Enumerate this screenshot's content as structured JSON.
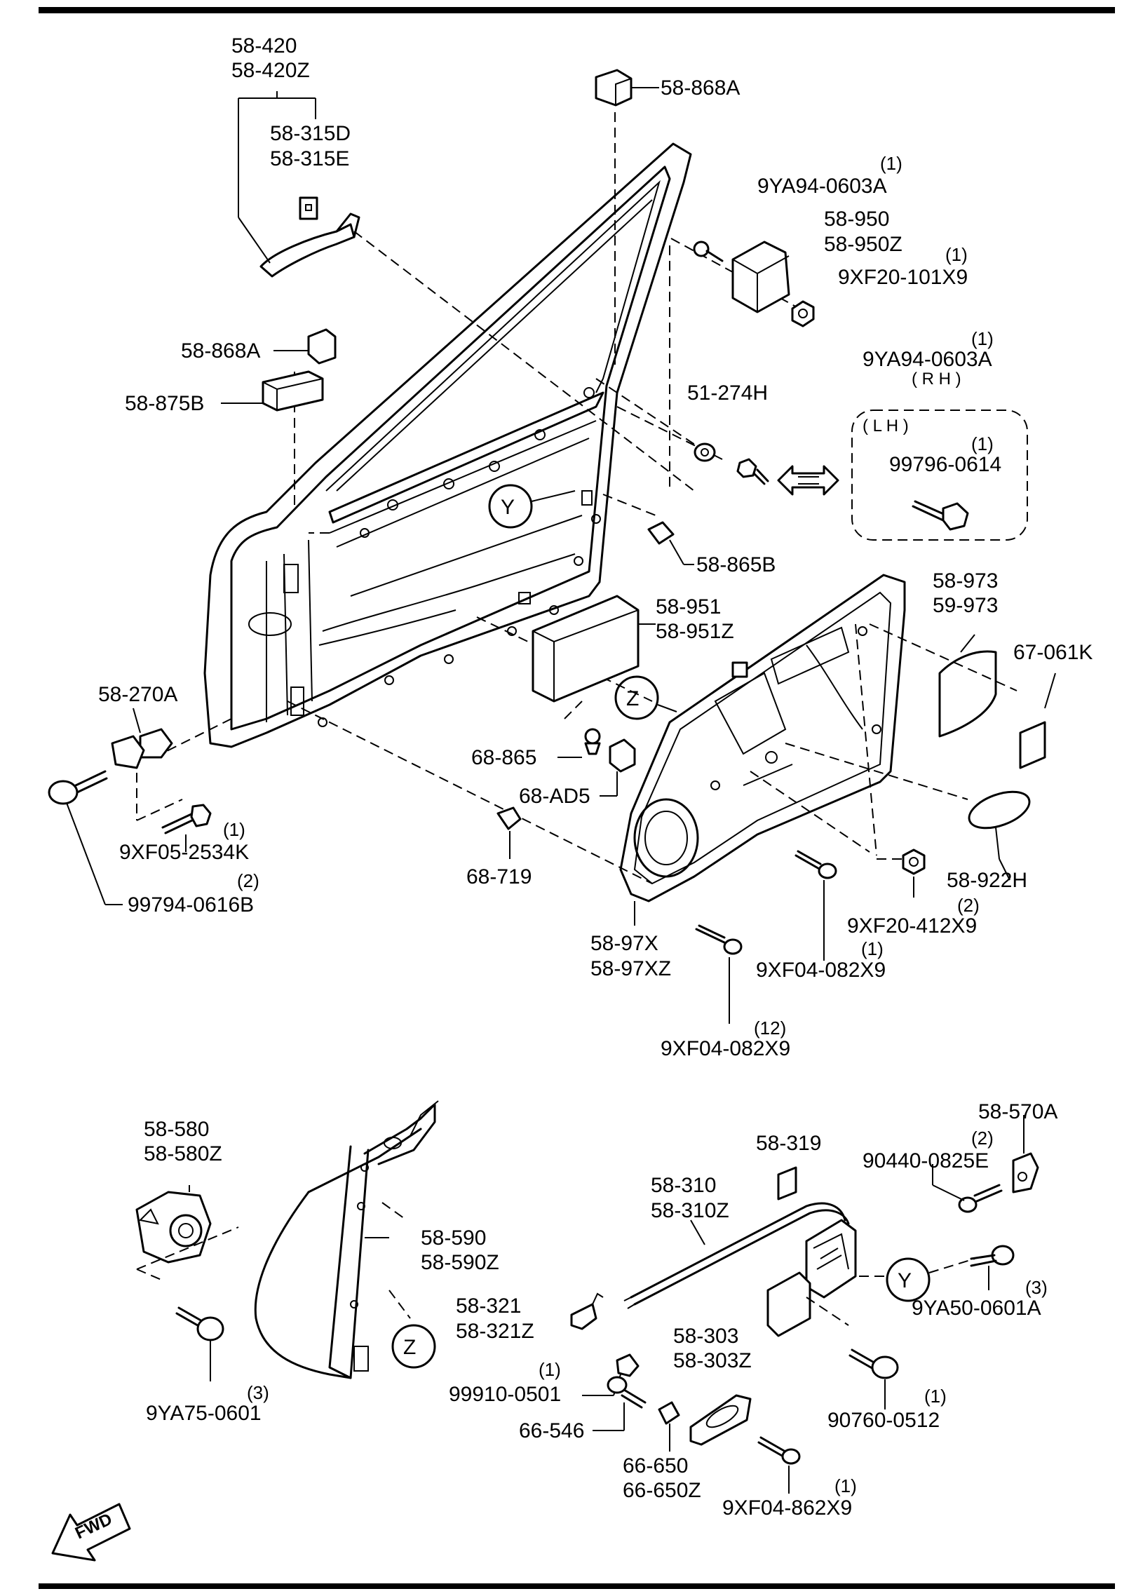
{
  "labels": {
    "p58_420": "58-420",
    "p58_420z": "58-420Z",
    "p58_315d": "58-315D",
    "p58_315e": "58-315E",
    "p58_868a_top": "58-868A",
    "p9ya94_0603a_1": "9YA94-0603A",
    "p58_950": "58-950",
    "p58_950z": "58-950Z",
    "p9xf20_101x9": "9XF20-101X9",
    "p58_868a_mid": "58-868A",
    "p58_875b": "58-875B",
    "p9ya94_0603a_2": "9YA94-0603A",
    "rh": "( R H )",
    "p51_274h": "51-274H",
    "lh": "( L H )",
    "p99796_0614": "99796-0614",
    "callout_y": "Y",
    "callout_z": "Z",
    "p58_865b": "58-865B",
    "p58_951": "58-951",
    "p58_951z": "58-951Z",
    "p58_973": "58-973",
    "p59_973": "59-973",
    "p67_061k": "67-061K",
    "p58_270a": "58-270A",
    "p68_865": "68-865",
    "p68_ad5": "68-AD5",
    "p9xf05_2534k": "9XF05-2534K",
    "p68_719": "68-719",
    "p99794_0616b": "99794-0616B",
    "p58_922h": "58-922H",
    "p9xf20_412x9": "9XF20-412X9",
    "p58_97x": "58-97X",
    "p58_97xz": "58-97XZ",
    "p9xf04_082x9_a": "9XF04-082X9",
    "p9xf04_082x9_b": "9XF04-082X9",
    "p58_580": "58-580",
    "p58_580z": "58-580Z",
    "p58_590": "58-590",
    "p58_590z": "58-590Z",
    "p9ya75_0601": "9YA75-0601",
    "p58_570a": "58-570A",
    "p58_319": "58-319",
    "p90440_0825e": "90440-0825E",
    "p58_310": "58-310",
    "p58_310z": "58-310Z",
    "p9ya50_0601a": "9YA50-0601A",
    "p58_321": "58-321",
    "p58_321z": "58-321Z",
    "p58_303": "58-303",
    "p58_303z": "58-303Z",
    "p99910_0501": "99910-0501",
    "p90760_0512": "90760-0512",
    "p66_546": "66-546",
    "p66_650": "66-650",
    "p66_650z": "66-650Z",
    "p9xf04_862x9": "9XF04-862X9",
    "fwd": "FWD"
  },
  "quantities": {
    "q9ya94_0603a_1": "(1)",
    "q9xf20_101x9": "(1)",
    "q9ya94_0603a_2": "(1)",
    "q99796_0614": "(1)",
    "q9xf05_2534k": "(1)",
    "q99794_0616b": "(2)",
    "q9xf20_412x9": "(2)",
    "q9xf04_082x9_a": "(1)",
    "q9xf04_082x9_b": "(12)",
    "q9ya75_0601": "(3)",
    "q90440_0825e": "(2)",
    "q9ya50_0601a": "(3)",
    "q99910_0501": "(1)",
    "q90760_0512": "(1)",
    "q9xf04_862x9": "(1)"
  }
}
